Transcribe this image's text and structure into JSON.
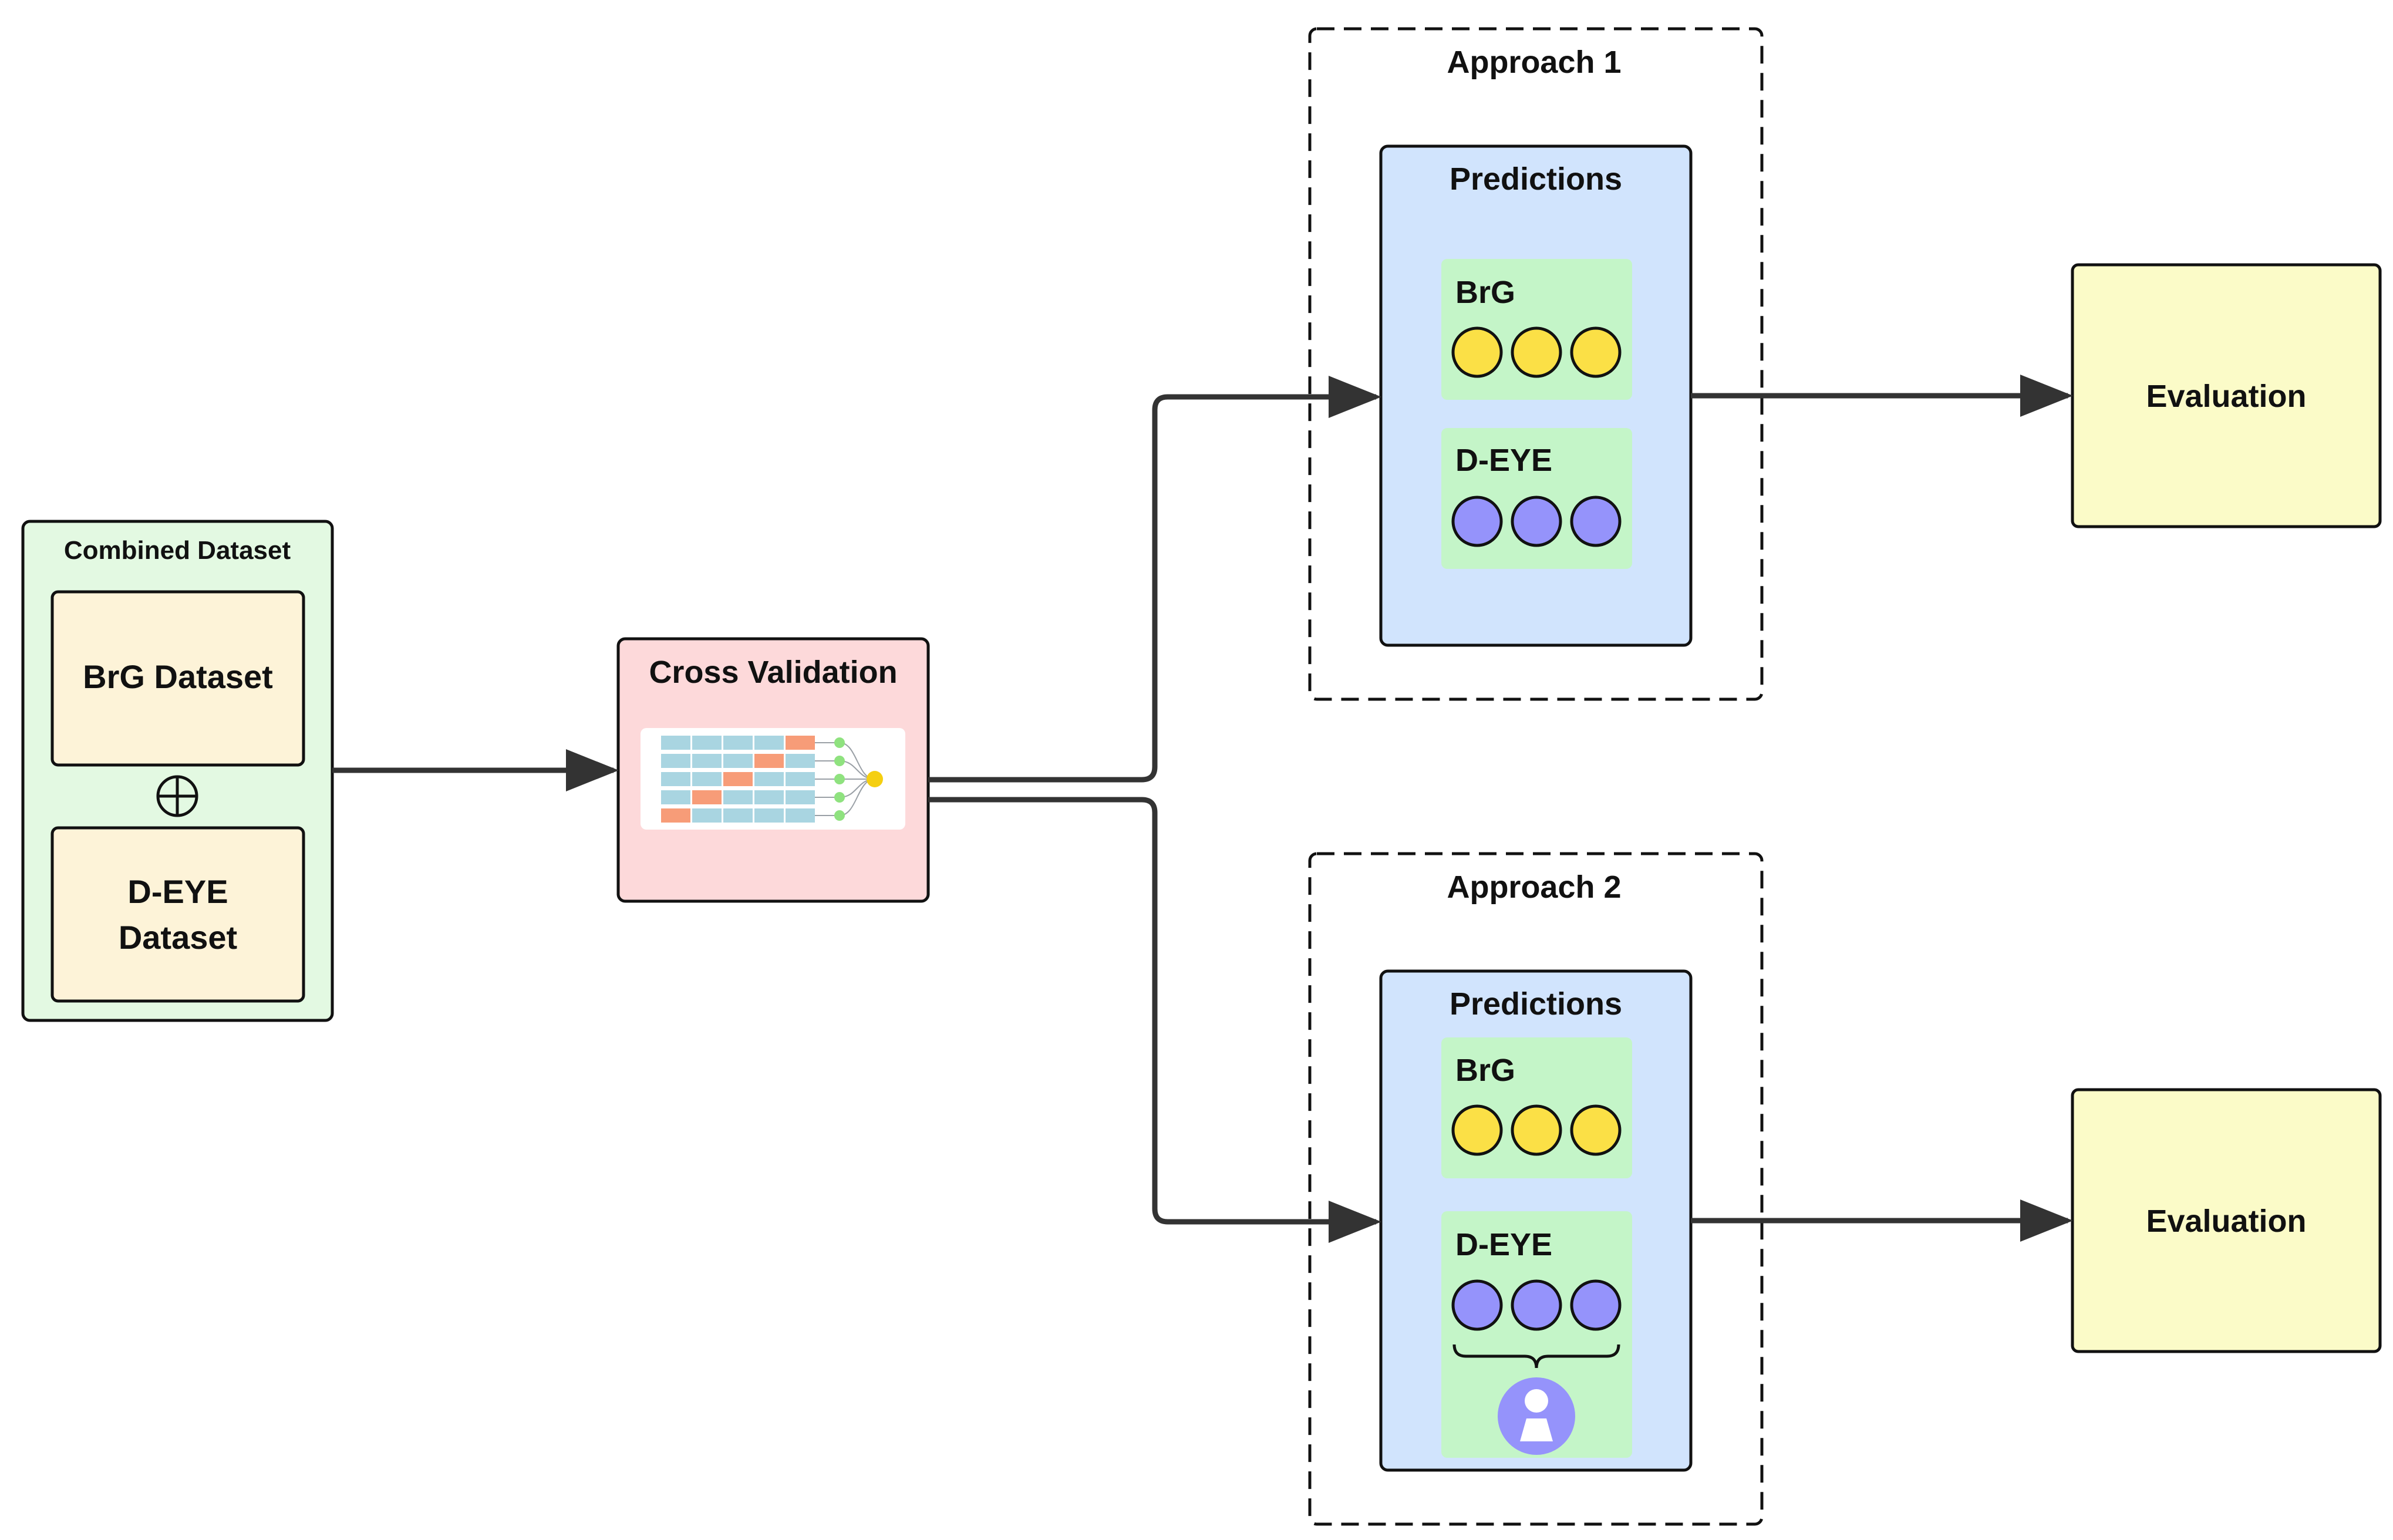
{
  "combined": {
    "title": "Combined Dataset",
    "brg_label": "BrG Dataset",
    "deye_label_line1": "D-EYE",
    "deye_label_line2": "Dataset",
    "join_icon": "circle-plus-icon"
  },
  "cross_validation": {
    "title": "Cross Validation",
    "icon": "cross-validation-grid-icon"
  },
  "approach1": {
    "title": "Approach 1",
    "predictions_title": "Predictions",
    "brg_label": "BrG",
    "deye_label": "D-EYE"
  },
  "approach2": {
    "title": "Approach 2",
    "predictions_title": "Predictions",
    "brg_label": "BrG",
    "deye_label": "D-EYE",
    "person_icon": "person-icon"
  },
  "evaluation1": {
    "label": "Evaluation"
  },
  "evaluation2": {
    "label": "Evaluation"
  },
  "colors": {
    "combined_bg": "#e3f9e2",
    "dataset_bg": "#fdf3d8",
    "cv_bg": "#fdd9da",
    "predictions_bg": "#d1e4fd",
    "group_bg": "#c4f5c8",
    "brg_dot": "#fbe046",
    "deye_dot": "#9593fb",
    "evaluation_bg": "#fbfbc8",
    "cell_blue": "#a9d5e1",
    "cell_orange": "#f79c78",
    "node_green": "#8fe27f",
    "node_yellow": "#f5cf11",
    "line": "#333333"
  }
}
